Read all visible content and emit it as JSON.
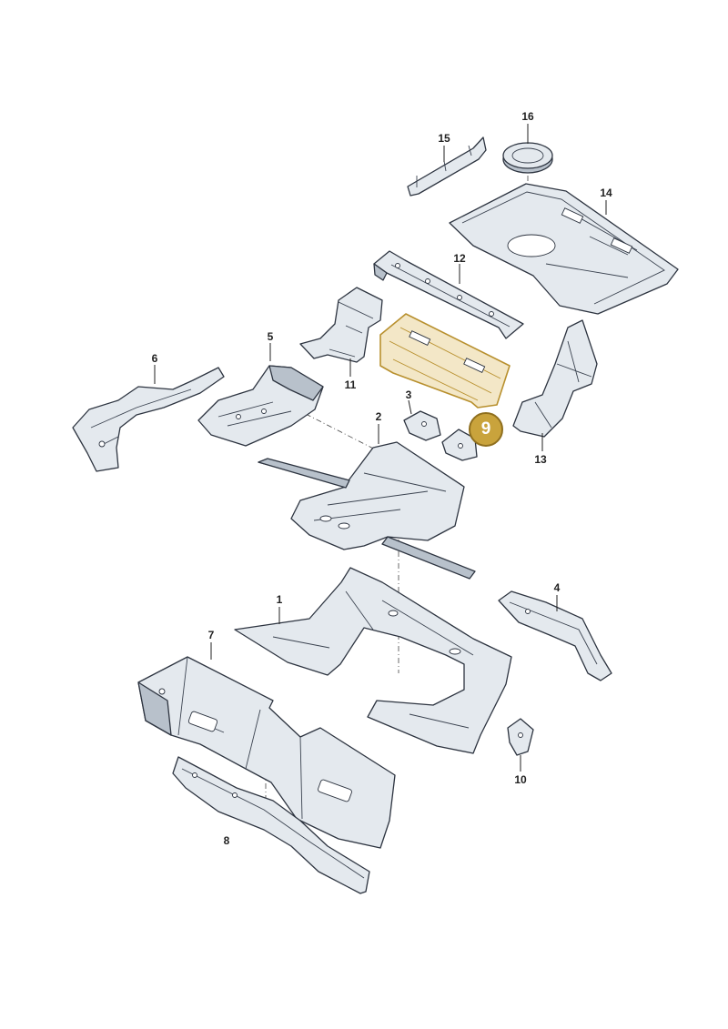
{
  "callouts": {
    "p1": "1",
    "p2": "2",
    "p3": "3",
    "p4": "4",
    "p5": "5",
    "p6": "6",
    "p7": "7",
    "p8": "8",
    "p9": "9",
    "p10": "10",
    "p11": "11",
    "p12": "12",
    "p13": "13",
    "p14": "14",
    "p15": "15",
    "p16": "16"
  },
  "colors": {
    "part_fill": "#e4e9ee",
    "highlight_fill": "#f3e7c7",
    "highlight_stroke": "#b8902e",
    "badge": "#c9a33c"
  }
}
